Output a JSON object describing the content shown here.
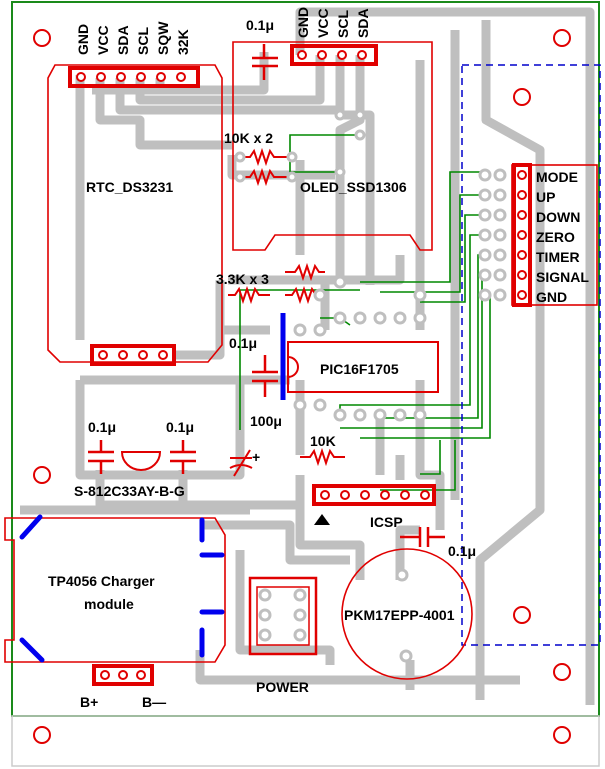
{
  "colors": {
    "board_outline": "#1a8a1a",
    "trace": "#bfbfbf",
    "silk": "#e00000",
    "jumper_wire": "#0000ee",
    "green_wire": "#008800",
    "dashed_area": "#0000cc"
  },
  "header_rtc": {
    "pins": [
      "GND",
      "VCC",
      "SDA",
      "SCL",
      "SQW",
      "32K"
    ]
  },
  "header_oled": {
    "pins": [
      "GND",
      "VCC",
      "SCL",
      "SDA"
    ]
  },
  "labels": {
    "cap_top": "0.1μ",
    "resistors_10k_x2": "10K x 2",
    "rtc": "RTC_DS3231",
    "oled": "OLED_SSD1306",
    "resistors_3_3k_x3": "3.3K x 3",
    "cap_pic": "0.1μ",
    "pic": "PIC16F1705",
    "cap_100": "100μ",
    "cap_reg_left": "0.1μ",
    "cap_reg_right": "0.1μ",
    "resistor_10k": "10K",
    "regulator": "S-812C33AY-B-G",
    "icsp": "ICSP",
    "cap_icsp": "0.1μ",
    "charger_line1": "TP4056 Charger",
    "charger_line2": "module",
    "buzzer": "PKM17EPP-4001",
    "power": "POWER",
    "battery_plus": "B+",
    "battery_minus": "B—",
    "polarity_plus": "+"
  },
  "switch_connector": {
    "pins": [
      "MODE",
      "UP",
      "DOWN",
      "ZERO",
      "TIMER",
      "SIGNAL",
      "GND"
    ]
  }
}
